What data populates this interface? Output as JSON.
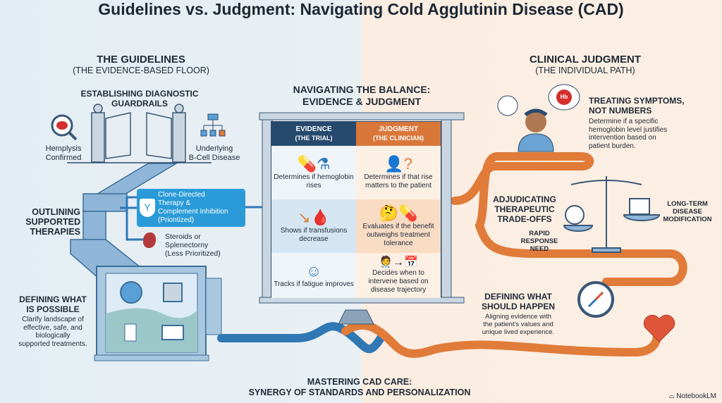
{
  "title": "Guidelines vs. Judgment: Navigating Cold Agglutinin Disease (CAD)",
  "left": {
    "heading": "THE GUIDELINES",
    "subheading": "(THE EVIDENCE-BASED FLOOR)",
    "guardrails": {
      "title_1": "ESTABLISHING DIAGNOSTIC",
      "title_2": "GUARDRAILS",
      "hemolysis": [
        "Hemplysis",
        "Confirmed"
      ],
      "bcell": [
        "Underlying",
        "B-Cell Disease"
      ]
    },
    "therapies": {
      "title": [
        "OUTLINING",
        "SUPPORTED",
        "THERAPIES"
      ],
      "prioritized": [
        "Clone-Directed",
        "Therapy &",
        "Complement Inhibition",
        "(Priontized)"
      ],
      "less": [
        "Steroids or",
        "Splenectorny",
        "(Less Prioritized)"
      ]
    },
    "possible": {
      "title": [
        "DEFINING WHAT",
        "IS POSSIBLE"
      ],
      "desc": [
        "Clarify landscape of",
        "effective, safe, and",
        "biologically",
        "supported treatments."
      ]
    }
  },
  "center": {
    "heading_1": "NAVIGATING THE BALANCE:",
    "heading_2": "EVIDENCE & JUDGMENT",
    "evidence_header": "EVIDENCE",
    "evidence_sub": "(THE TRIAL)",
    "judgment_header": "JUDGMENT",
    "judgment_sub": "(THE CLINICIAN)",
    "rows": [
      {
        "evidence": "Determines if hemoglobin rises",
        "judgment": "Determines if that rise matters to the patient"
      },
      {
        "evidence": "Shows if transfusions decrease",
        "judgment": "Evaluates if the benefit outweighs treatment tolerance"
      },
      {
        "evidence": "Tracks if fatigue improves",
        "judgment": "Decides when to intervene based on disease trajectory"
      }
    ]
  },
  "right": {
    "heading": "CLINICAL JUDGMENT",
    "subheading": "(THE INDIVIDUAL PATH)",
    "symptoms": {
      "title": [
        "TREATING SYMPTOMS,",
        "NOT NUMBERS"
      ],
      "desc": [
        "Determine if a specific",
        "hemoglobin level justifies",
        "intervention based on",
        "patient burden."
      ],
      "hb": "Hb"
    },
    "tradeoffs": {
      "title": [
        "ADJUDICATING",
        "THERAPEUTIC",
        "TRADE-OFFS"
      ],
      "rapid": [
        "RAPID",
        "RESPONSE",
        "NEED"
      ],
      "long": [
        "LONG-TERM",
        "DISEASE",
        "MODIFICATION"
      ]
    },
    "should": {
      "title": [
        "DEFINING WHAT",
        "SHOULD HAPPEN"
      ],
      "desc": [
        "Aligning evidence with",
        "the patient's values and",
        "unique lived experience."
      ]
    }
  },
  "footer": {
    "line1": "MASTERING CAD CARE:",
    "line2": "SYNERGY OF STANDARDS AND PERSONALIZATION",
    "brand": "NotebookLM"
  },
  "colors": {
    "blue": "#2f78b4",
    "orange": "#e07b39",
    "navy": "#27496d"
  }
}
